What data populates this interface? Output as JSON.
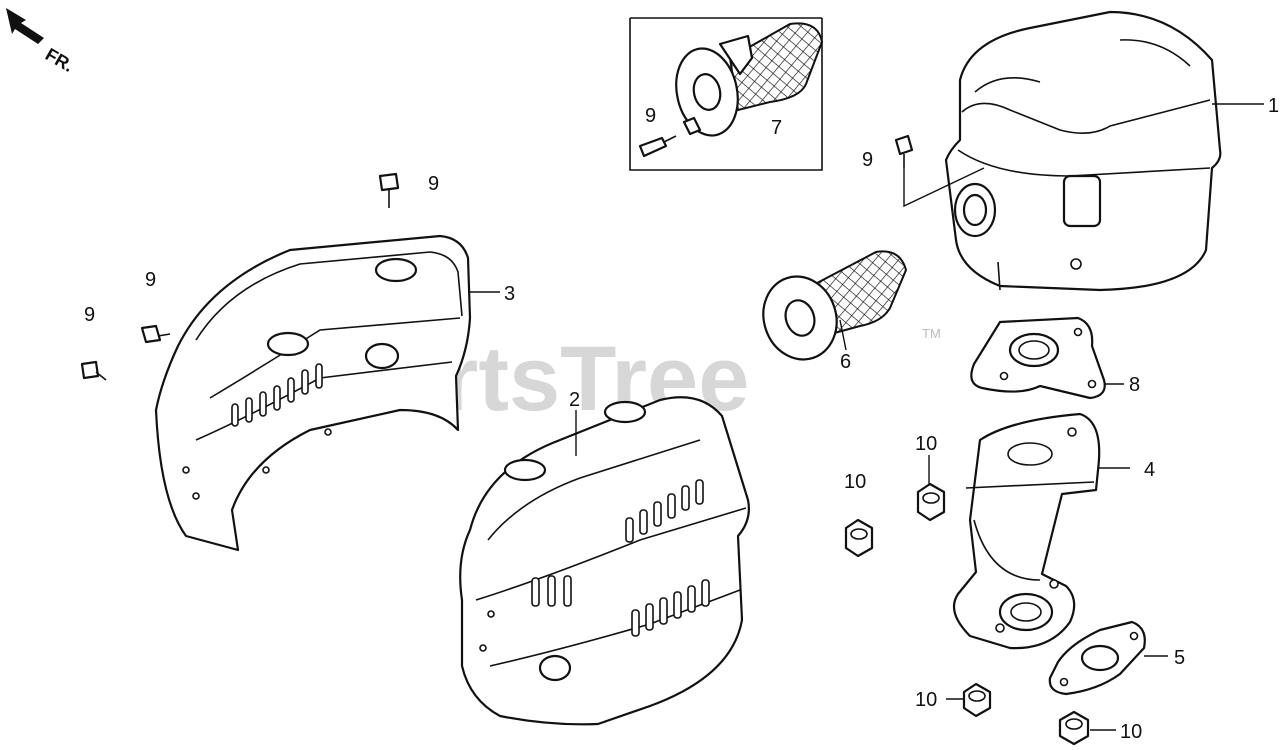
{
  "direction": {
    "label": "FR."
  },
  "watermark": {
    "text": "PartsTree",
    "trademark": "TM"
  },
  "callouts": [
    {
      "id": "c1",
      "text": "1"
    },
    {
      "id": "c2",
      "text": "2"
    },
    {
      "id": "c3",
      "text": "3"
    },
    {
      "id": "c4",
      "text": "4"
    },
    {
      "id": "c5",
      "text": "5"
    },
    {
      "id": "c6",
      "text": "6"
    },
    {
      "id": "c7",
      "text": "7"
    },
    {
      "id": "c8",
      "text": "8"
    },
    {
      "id": "c9a",
      "text": "9"
    },
    {
      "id": "c9b",
      "text": "9"
    },
    {
      "id": "c9c",
      "text": "9"
    },
    {
      "id": "c9d",
      "text": "9"
    },
    {
      "id": "c9e",
      "text": "9"
    },
    {
      "id": "c10a",
      "text": "10"
    },
    {
      "id": "c10b",
      "text": "10"
    },
    {
      "id": "c10c",
      "text": "10"
    },
    {
      "id": "c10d",
      "text": "10"
    }
  ]
}
